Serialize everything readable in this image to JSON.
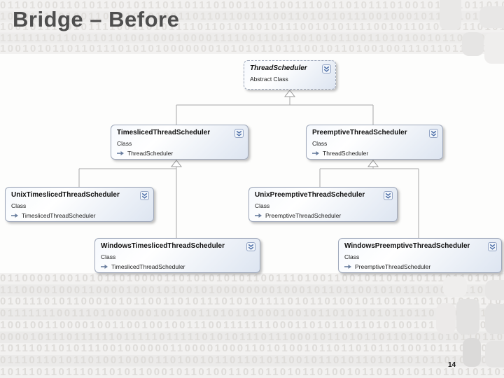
{
  "slide": {
    "title": "Bridge – Before",
    "page_number": "14"
  },
  "diagram": {
    "classes": [
      {
        "name": "ThreadScheduler",
        "stereotype": "Abstract Class"
      },
      {
        "name": "TimeslicedThreadScheduler",
        "stereotype": "Class",
        "base": "ThreadScheduler"
      },
      {
        "name": "PreemptiveThreadScheduler",
        "stereotype": "Class",
        "base": "ThreadScheduler"
      },
      {
        "name": "UnixTimeslicedThreadScheduler",
        "stereotype": "Class",
        "base": "TimeslicedThreadScheduler"
      },
      {
        "name": "UnixPreemptiveThreadScheduler",
        "stereotype": "Class",
        "base": "PreemptiveThreadScheduler"
      },
      {
        "name": "WindowsTimeslicedThreadScheduler",
        "stereotype": "Class",
        "base": "TimeslicedThreadScheduler"
      },
      {
        "name": "WindowsPreemptiveThreadScheduler",
        "stereotype": "Class",
        "base": "PreemptiveThreadScheduler"
      }
    ]
  },
  "colors": {
    "title_text": "#4e4e4e",
    "box_border": "#9fa8ba",
    "box_gradient_end": "#dde5f1",
    "connector_line": "#a8a8a8",
    "chevron_blue": "#4d6fa8",
    "band_background": "#f1f0ef",
    "binary_digit": "#e1dfdc"
  },
  "background": {
    "binary_rows_top": [
      "0110100011010110010111011011101001101100111001101011101001011010110101",
      "1010111101001101010101001101101100111001101011011100100010110110101101",
      "1001011110101111001101011110110101101011100101011110010110101101101010",
      "1111111011001101010010001000011110011011001010110011010100101101101011",
      "1001010110110111010101000000010101011011100101101001001110110110101101"
    ],
    "binary_rows_bottom": [
      "0110000100101011010000110101010101100111010011001011010101110110101101",
      "1110000100011000010001010010100000000100010110110010101101001011010010",
      "0101110101100010101100110101110101011110101101001011010110101101011010",
      "0111111100111010000001001001101010100010010110101101011011001011010110",
      "1001001100001001100100100111001111111000110101101101010010110110101101",
      "0000101110111111011111011111010101110111000101101011011010110101101101",
      "1011101101011100100000011000010001101010010110110101101001011101101010",
      "0111011010110100100001101001011011010110010110101101011010110101101101",
      "1011101101110110101100010110100110101101011010010110110101101101011011"
    ]
  }
}
